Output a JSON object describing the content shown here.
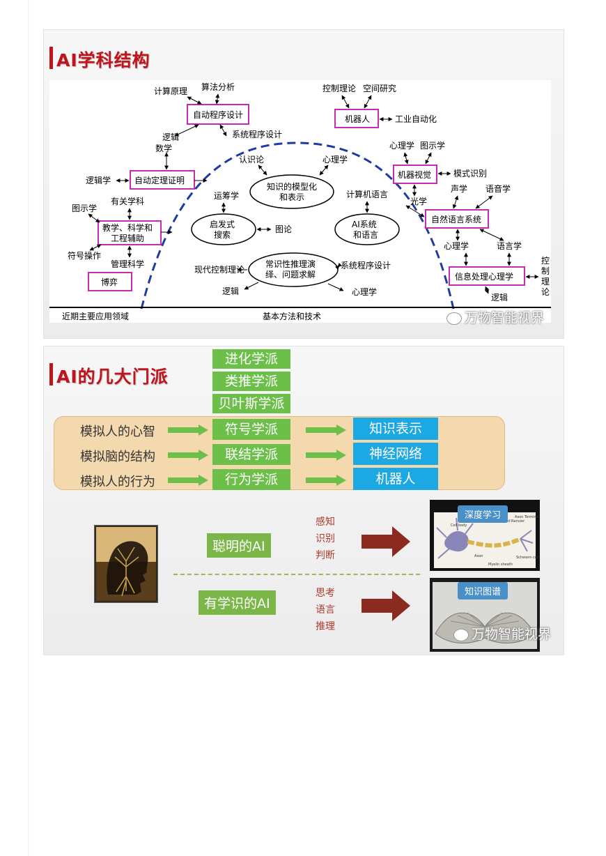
{
  "slide1": {
    "title": "AI学科结构",
    "watermark": "万物智能视界",
    "bottom_labels": {
      "left": "近期主要应用领域",
      "center": "基本方法和技术"
    },
    "left_nodes": {
      "auto_program": "自动程序设计",
      "calc_principle": "计算原理",
      "algo_analysis": "算法分析",
      "sys_program": "系统程序设计",
      "logic1": "逻辑",
      "math": "数学",
      "auto_theorem": "自动定理证明",
      "logic_study": "逻辑学",
      "related_subject": "有关学科",
      "graph_study": "图示学",
      "teach_line1": "教学、科学和",
      "teach_line2": "工程辅助",
      "symbol_op": "符号操作",
      "mgmt_science": "管理科学",
      "game": "博弈"
    },
    "center_nodes": {
      "cognition": "认识论",
      "psych1": "心理学",
      "knowledge_line1": "知识的模型化",
      "knowledge_line2": "和表示",
      "operations": "运筹学",
      "heuristic_line1": "启发式",
      "heuristic_line2": "搜索",
      "graph_theory": "图论",
      "comp_lang": "计算机语言",
      "ai_sys_line1": "AI系统",
      "ai_sys_line2": "和语言",
      "modern_control": "现代控制理论",
      "common_line1": "常识性推理演",
      "common_line2": "绎、问题求解",
      "sys_program2": "系统程序设计",
      "logic2": "逻辑",
      "psych2": "心理学"
    },
    "right_nodes": {
      "control_theory": "控制理论",
      "space_research": "空间研究",
      "robot": "机器人",
      "industrial_auto": "工业自动化",
      "psych3": "心理学",
      "graph_study2": "图示学",
      "machine_vision": "机器视觉",
      "pattern_recog": "模式识别",
      "acoustics": "声学",
      "phonetics": "语音学",
      "optics": "光学",
      "nlp": "自然语言系统",
      "psych4": "心理学",
      "linguistics": "语言学",
      "info_psych": "信息处理心理学",
      "logic3": "逻辑",
      "control_vertical": "控制理论"
    }
  },
  "slide2": {
    "title": "AI的几大门派",
    "watermark": "万物智能视界",
    "stack_schools": [
      "进化学派",
      "类推学派",
      "贝叶斯学派"
    ],
    "rows": [
      {
        "label": "模拟人的心智",
        "school": "符号学派",
        "result": "知识表示"
      },
      {
        "label": "模拟脑的结构",
        "school": "联结学派",
        "result": "神经网络"
      },
      {
        "label": "模拟人的行为",
        "school": "行为学派",
        "result": "机器人"
      }
    ],
    "smart_ai": {
      "label": "聪明的AI",
      "aspects": [
        "感知",
        "识别",
        "判断"
      ],
      "tag": "深度学习"
    },
    "knowledge_ai": {
      "label": "有学识的AI",
      "aspects": [
        "思考",
        "语言",
        "推理"
      ],
      "tag": "知识图谱"
    },
    "neuron_labels": [
      "Cell body",
      "Node of Ranvier",
      "Axon Terminal",
      "Axon",
      "Schwann cell",
      "Myelin sheath"
    ],
    "colors": {
      "green": "#6cc04a",
      "blue": "#1ca8e3",
      "band": "#f3d9ad",
      "red_arrow": "#8b2a1e",
      "title": "#c0141c"
    }
  }
}
